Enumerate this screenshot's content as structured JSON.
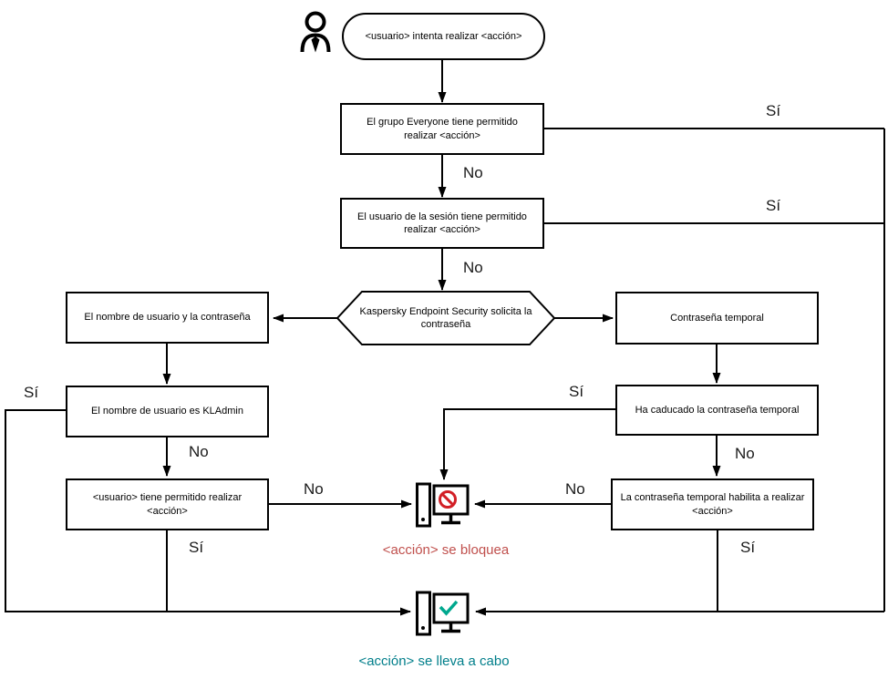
{
  "diagram": {
    "start_label": "<usuario> intenta realizar <acción>",
    "nodes": {
      "everyone_group": "El grupo Everyone tiene permitido realizar <acción>",
      "session_user": "El usuario de la sesión tiene permitido realizar <acción>",
      "kes_prompt": "Kaspersky Endpoint Security solicita la contraseña",
      "username_password": "El nombre de usuario y la contraseña",
      "temp_password": "Contraseña temporal",
      "is_kladmin": "El nombre de usuario es KLAdmin",
      "temp_expired": "Ha caducado la contraseña temporal",
      "user_allowed": "<usuario> tiene permitido realizar <acción>",
      "temp_allows": "La contraseña temporal habilita a realizar <acción>"
    },
    "labels": {
      "yes": "Sí",
      "no": "No"
    },
    "outcomes": {
      "blocked": {
        "label": "<acción> se bloquea",
        "color": "#c0504d"
      },
      "performed": {
        "label": "<acción> se lleva a cabo",
        "color": "#007e8a"
      }
    },
    "icon_colors": {
      "prohibited": "#d21f26",
      "check": "#00a88e",
      "line": "#000000"
    }
  }
}
